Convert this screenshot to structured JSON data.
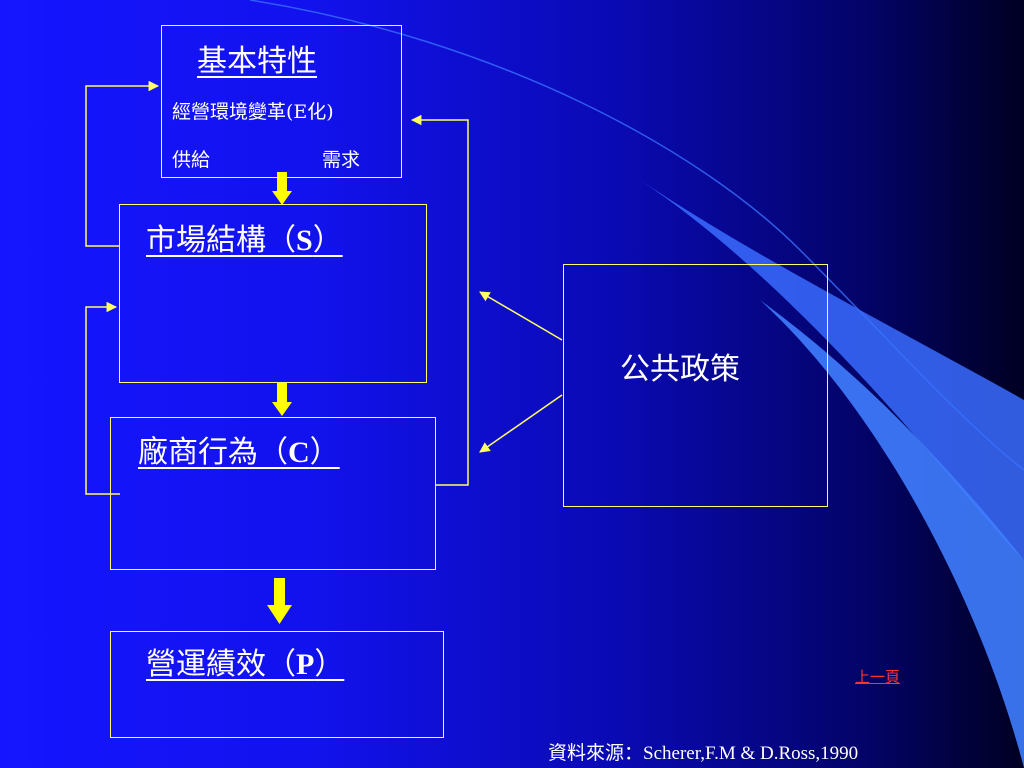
{
  "diagram": {
    "basic": {
      "title": "基本特性",
      "line1": "經營環境變革(E化)",
      "supply": "供給",
      "demand": "需求"
    },
    "structure": {
      "title": "市場結構（",
      "letter": "S",
      "close": "）"
    },
    "conduct": {
      "title": "廠商行為（",
      "letter": "C",
      "close": "）"
    },
    "performance": {
      "title": "營運績效（",
      "letter": "P",
      "close": "）"
    },
    "policy": {
      "title": "公共政策"
    },
    "colors": {
      "border": "#ffff66",
      "arrow": "#ffff00",
      "link": "#ff3333"
    }
  },
  "nav": {
    "prev_label": "上一頁"
  },
  "source": {
    "label": "資料來源：",
    "citation": "Scherer,F.M & D.Ross,1990"
  }
}
